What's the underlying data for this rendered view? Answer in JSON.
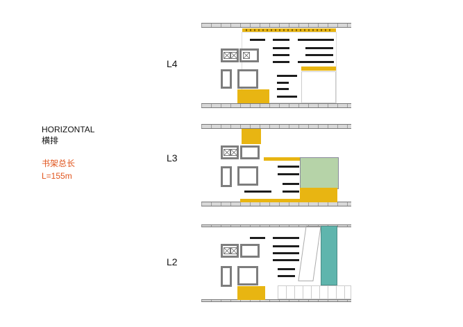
{
  "legend": {
    "title": "HORIZONTAL",
    "title_cn": "横排",
    "metric_cn": "书架总长",
    "metric_value": "L=155m"
  },
  "levels": [
    {
      "id": "L4",
      "label": "L4"
    },
    {
      "id": "L3",
      "label": "L3"
    },
    {
      "id": "L2",
      "label": "L2"
    }
  ],
  "colors": {
    "highlight_yellow": "#e8b512",
    "reading_green": "#b6d3a8",
    "void_teal": "#5fb5ad",
    "text_orange": "#e0531b",
    "shelf_black": "#1c1c1c"
  }
}
